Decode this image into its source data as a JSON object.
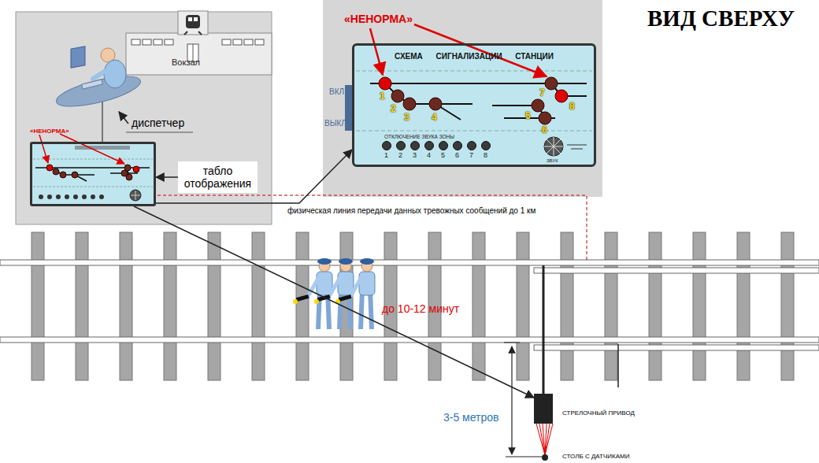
{
  "diagram": {
    "title": "ВИД СВЕРХУ",
    "nodes": [
      {
        "text": [
          "Вокзал"
        ]
      },
      {
        "text": [
          "«НЕНОРМА»"
        ]
      },
      {
        "text": [
          "табло отображения"
        ]
      },
      {
        "text": [
          "СХЕМА СИГНАЛИЗАЦИИ СТАНЦИИ"
        ]
      },
      {
        "text": [
          "СТРЕЛОЧНЫЙ ПРИВОД"
        ]
      },
      {
        "text": [
          "СТОЛБ С ДАТЧИКАМИ"
        ]
      }
    ],
    "edges": [
      {
        "from": 2,
        "to": 1,
        "arrow": "to"
      },
      {
        "from": 1,
        "to": 3,
        "arrow": "to"
      },
      {
        "from": 1,
        "to": 4,
        "arrow": "to"
      }
    ],
    "labels": [
      "«НЕНОРМА»",
      "1",
      "2",
      "3",
      "4",
      "5",
      "6",
      "7",
      "8",
      "ВКЛ",
      "ВЫКЛ",
      "ОТКЛЮЧЕНИЕ ЗВУКА ЗОНЫ",
      "1",
      "2",
      "3",
      "4",
      "5",
      "6",
      "7",
      "8",
      "ЗВУК",
      "диспетчер",
      "физическая линия передачи данных тревожных сообщений до 1 км",
      "до 10-12 минут",
      "3-5 метров"
    ]
  }
}
